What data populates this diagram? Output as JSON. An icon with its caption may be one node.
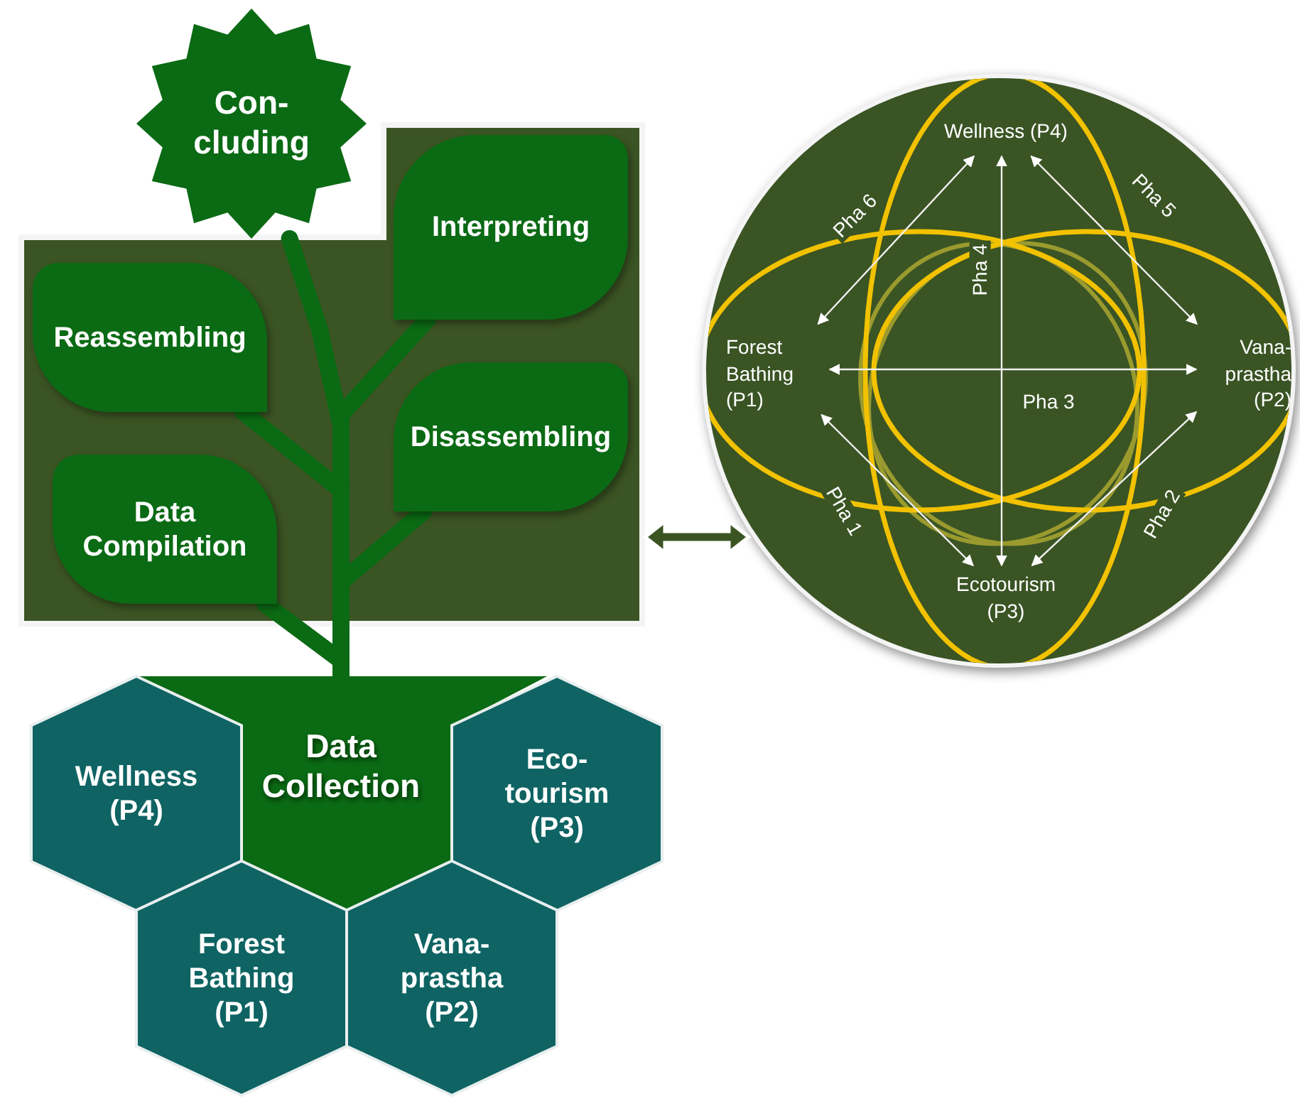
{
  "diagram": {
    "nodes": [
      {
        "text": [
          "Con- cluding"
        ]
      },
      {
        "text": [],
        "shape": "box"
      },
      {
        "text": [
          "Interpreting"
        ],
        "in": 1
      },
      {
        "text": [
          "Reassembling"
        ],
        "in": 1
      },
      {
        "text": [
          "Disassembling"
        ],
        "in": 1
      },
      {
        "text": [
          "Data Compilation"
        ],
        "in": 1
      },
      {
        "text": [
          "Data Collection"
        ]
      },
      {
        "text": [
          "Wellness (P4)"
        ]
      },
      {
        "text": [
          "Eco- tourism (P3)"
        ]
      },
      {
        "text": [
          "Forest Bathing (P1)"
        ]
      },
      {
        "text": [
          "Vana- prastha (P2)"
        ]
      },
      {
        "text": [],
        "shape": "circle"
      },
      {
        "text": [
          "Wellness (P4)"
        ],
        "in": 11
      },
      {
        "text": [
          "Forest Bathing (P1)"
        ],
        "in": 11
      },
      {
        "text": [
          "Vana- prastha (P2)"
        ],
        "in": 11
      },
      {
        "text": [
          "Ecotourism (P3)"
        ],
        "in": 11
      }
    ],
    "edges": [
      {
        "from": 6,
        "to": 0,
        "arrow": "none",
        "style": "thick",
        "color": "#0b6a14"
      },
      {
        "from": 6,
        "to": 2,
        "arrow": "none",
        "style": "thick",
        "color": "#0b6a14"
      },
      {
        "from": 6,
        "to": 3,
        "arrow": "none",
        "style": "thick",
        "color": "#0b6a14"
      },
      {
        "from": 6,
        "to": 4,
        "arrow": "none",
        "style": "thick",
        "color": "#0b6a14"
      },
      {
        "from": 6,
        "to": 5,
        "arrow": "none",
        "style": "thick",
        "color": "#0b6a14"
      },
      {
        "from": 1,
        "to": 11,
        "arrow": "both"
      },
      {
        "from": 13,
        "to": 12,
        "arrow": "both",
        "label": "Pha 6"
      },
      {
        "from": 12,
        "to": 14,
        "arrow": "both",
        "label": "Pha 5"
      },
      {
        "from": 13,
        "to": 14,
        "arrow": "both",
        "label": "Pha 3"
      },
      {
        "from": 12,
        "to": 15,
        "arrow": "both",
        "label": "Pha 4"
      },
      {
        "from": 13,
        "to": 15,
        "arrow": "both",
        "label": "Pha 1"
      },
      {
        "from": 14,
        "to": 15,
        "arrow": "both",
        "label": "Pha 2"
      }
    ]
  }
}
